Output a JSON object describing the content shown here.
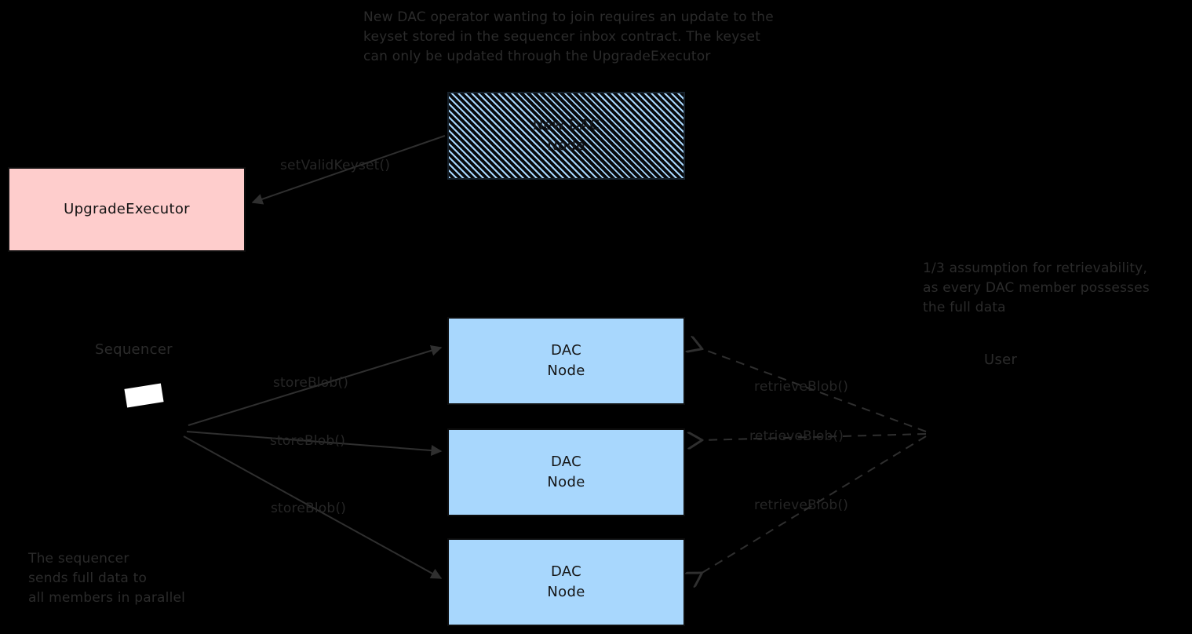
{
  "diagram": {
    "title_annotation": "New DAC operator wanting to join requires an update to the\nkeyset stored in the sequencer inbox contract. The keyset\ncan only be updated through the UpgradeExecutor",
    "right_annotation": "1/3 assumption for retrievability,\nas every DAC member possesses\nthe full data",
    "bottom_left_annotation": "The sequencer\nsends full data to\nall members in parallel",
    "colors": {
      "background": "#000000",
      "dac_node_fill": "#a8d7fd",
      "upgrade_executor_fill": "#fecdcc",
      "hatch_stripe": "#a8d7fd",
      "hatch_base": "#07090c",
      "border": "#0d0d0d",
      "annotation_text": "#2b2b2b",
      "edge": "#2f2f2f",
      "sequencer_shape": "#ffffff"
    },
    "boxes": [
      {
        "id": "new-dac-node",
        "line1": "New DAC",
        "line2": "Node",
        "style": "hatched"
      },
      {
        "id": "upgrade-executor",
        "line1": "UpgradeExecutor",
        "line2": "",
        "style": "pink"
      },
      {
        "id": "dac-node-1",
        "line1": "DAC",
        "line2": "Node",
        "style": "blue"
      },
      {
        "id": "dac-node-2",
        "line1": "DAC",
        "line2": "Node",
        "style": "blue"
      },
      {
        "id": "dac-node-3",
        "line1": "DAC",
        "line2": "Node",
        "style": "blue"
      }
    ],
    "actors": {
      "sequencer_label": "Sequencer",
      "user_label": "User"
    },
    "edges": {
      "set_valid_keyset": "setValidKeyset()",
      "store_blob_1": "storeBlob()",
      "store_blob_2": "storeBlob()",
      "store_blob_3": "storeBlob()",
      "retrieve_blob_1": "retrieveBlob()",
      "retrieve_blob_2": "retrieveBlob()",
      "retrieve_blob_3": "retrieveBlob()"
    }
  }
}
